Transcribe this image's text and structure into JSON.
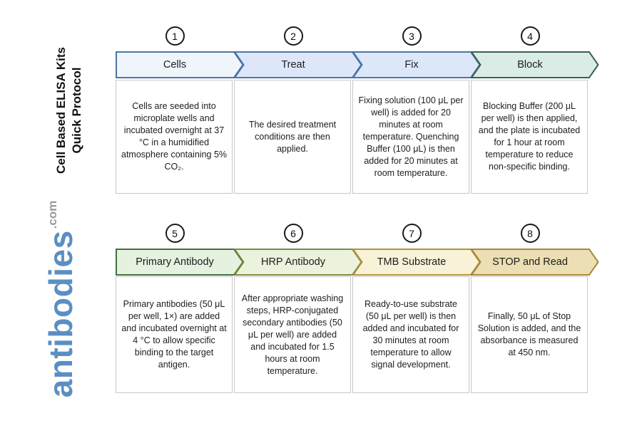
{
  "sidebar": {
    "title_line1": "Cell Based ELISA Kits",
    "title_line2": "Quick Protocol",
    "logo_text": "antibodies",
    "logo_suffix": ".com",
    "logo_color": "#5b8fc3",
    "logo_suffix_color": "#999999"
  },
  "rows": [
    {
      "steps": [
        {
          "number": "1",
          "label": "Cells",
          "description": "Cells are seeded into microplate wells and incubated overnight at 37 °C in a humidified atmosphere containing 5% CO₂.",
          "fill": "#f0f5fb",
          "stroke": "#4e74a6",
          "first_in_row": true
        },
        {
          "number": "2",
          "label": "Treat",
          "description": "The desired treatment conditions are then applied.",
          "fill": "#dee7f9",
          "stroke": "#4e74a6",
          "first_in_row": false
        },
        {
          "number": "3",
          "label": "Fix",
          "description": "Fixing solution (100 μL per well) is added for 20 minutes at room temperature. Quenching Buffer (100 μL) is then added for 20 minutes at room temperature.",
          "fill": "#dce8f9",
          "stroke": "#4e74a6",
          "first_in_row": false
        },
        {
          "number": "4",
          "label": "Block",
          "description": "Blocking Buffer (200 μL per well) is then applied, and the plate is incubated for 1 hour at room temperature to reduce non-specific binding.",
          "fill": "#d9ece6",
          "stroke": "#3d5f55",
          "first_in_row": false
        }
      ]
    },
    {
      "steps": [
        {
          "number": "5",
          "label": "Primary Antibody",
          "description": "Primary antibodies (50 μL per well, 1×) are added and incubated overnight at 4 °C to allow specific binding to the target antigen.",
          "fill": "#e6f2e0",
          "stroke": "#41703c",
          "first_in_row": true
        },
        {
          "number": "6",
          "label": "HRP Antibody",
          "description": "After appropriate washing steps, HRP-conjugated secondary antibodies (50 μL per well) are added and incubated for 1.5 hours at room temperature.",
          "fill": "#ecf3dd",
          "stroke": "#7c8a41",
          "first_in_row": false
        },
        {
          "number": "7",
          "label": "TMB Substrate",
          "description": "Ready-to-use substrate (50 μL per well) is then added and incubated for 30 minutes at room temperature to allow signal development.",
          "fill": "#f8f3d8",
          "stroke": "#b5913f",
          "first_in_row": false
        },
        {
          "number": "8",
          "label": "STOP and Read",
          "description": "Finally, 50 μL of Stop Solution is added, and the absorbance is measured at 450 nm.",
          "fill": "#ecdfb4",
          "stroke": "#a8863c",
          "first_in_row": false
        }
      ]
    }
  ]
}
